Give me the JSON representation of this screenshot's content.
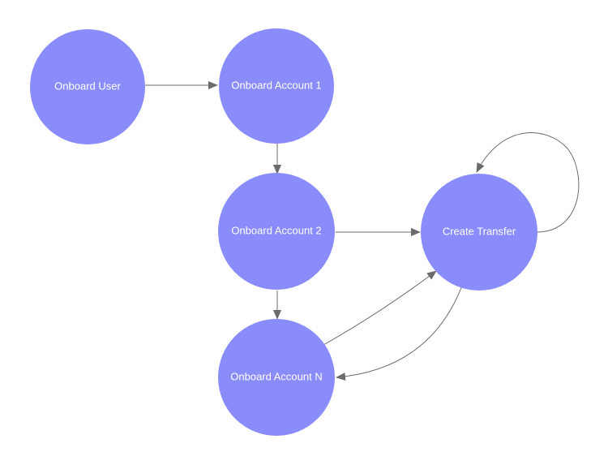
{
  "colors": {
    "node_fill": "#8a8cfc",
    "node_text": "#ffffff",
    "edge": "#6b6b6b",
    "background": "#ffffff"
  },
  "nodes": {
    "onboard_user": {
      "label": "Onboard User"
    },
    "onboard_account_1": {
      "label": "Onboard Account 1"
    },
    "onboard_account_2": {
      "label": "Onboard Account 2"
    },
    "onboard_account_n": {
      "label": "Onboard Account N"
    },
    "create_transfer": {
      "label": "Create Transfer"
    }
  },
  "edges": [
    {
      "from": "Onboard User",
      "to": "Onboard Account 1"
    },
    {
      "from": "Onboard Account 1",
      "to": "Onboard Account 2"
    },
    {
      "from": "Onboard Account 2",
      "to": "Create Transfer"
    },
    {
      "from": "Onboard Account 2",
      "to": "Onboard Account N"
    },
    {
      "from": "Onboard Account N",
      "to": "Create Transfer"
    },
    {
      "from": "Create Transfer",
      "to": "Onboard Account N"
    },
    {
      "from": "Create Transfer",
      "to": "Create Transfer"
    }
  ]
}
